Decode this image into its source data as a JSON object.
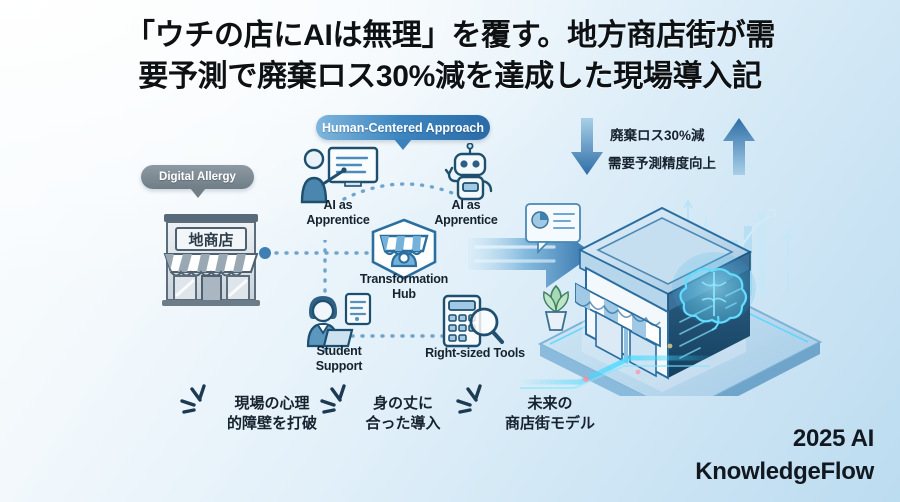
{
  "title": {
    "line1": "「ウチの店にAIは無理」を覆す。地方商店街が需",
    "line2": "要予測で廃棄ロス30%減を達成した現場導入記"
  },
  "badges": {
    "digital_allergy": "Digital Allergy",
    "human_centered": "Human-Centered Approach"
  },
  "storefront": {
    "sign_text": "地商店",
    "icon": "traditional-storefront-icon"
  },
  "hub": {
    "icons": [
      {
        "id": "ai-apprentice-left",
        "icon": "presenter-whiteboard-icon",
        "line1": "AI as",
        "line2": "Apprentice"
      },
      {
        "id": "ai-apprentice-right",
        "icon": "robot-waving-icon",
        "line1": "AI as",
        "line2": "Apprentice"
      },
      {
        "id": "transformation-hub",
        "icon": "shop-awning-hub-icon",
        "line1": "Transformation",
        "line2": "Hub"
      },
      {
        "id": "student-support",
        "icon": "person-documents-icon",
        "line1": "Student",
        "line2": "Support"
      },
      {
        "id": "right-sized-tools",
        "icon": "calculator-magnifier-icon",
        "line1": "Right-sized",
        "line2": "Tools"
      }
    ]
  },
  "transition": {
    "arrow_icon": "big-right-arrow-icon"
  },
  "results": {
    "down": {
      "arrow_icon": "down-arrow-icon",
      "text": "廃棄ロス30%減"
    },
    "up": {
      "arrow_icon": "up-arrow-icon",
      "text": "需要予測精度向上"
    },
    "store_icon": "isometric-smart-store-icon",
    "brain_icon": "ai-brain-hologram-icon",
    "chart_icon": "rising-bar-chart-icon",
    "plant_icon": "potted-plant-icon",
    "dashboard_icon": "dashboard-card-icon"
  },
  "callouts": [
    {
      "id": "callout-psychological",
      "line1": "現場の心理",
      "line2": "的障壁を打破"
    },
    {
      "id": "callout-right-fit",
      "line1": "身の丈に",
      "line2": "合った導入"
    },
    {
      "id": "callout-future-model",
      "line1": "未来の",
      "line2": "商店街モデル"
    }
  ],
  "brand": {
    "line1": "2025 AI",
    "line2": "KnowledgeFlow"
  },
  "colors": {
    "accent_blue": "#2a6ba8",
    "light_blue": "#7fb6dd",
    "icon_stroke": "#24536f",
    "icon_fill": "#6ea7cf",
    "gray_pill": "#6f7d87",
    "title_color": "#0d1114",
    "bg_top": "#fdfefe",
    "bg_bottom": "#bcdcf0"
  }
}
